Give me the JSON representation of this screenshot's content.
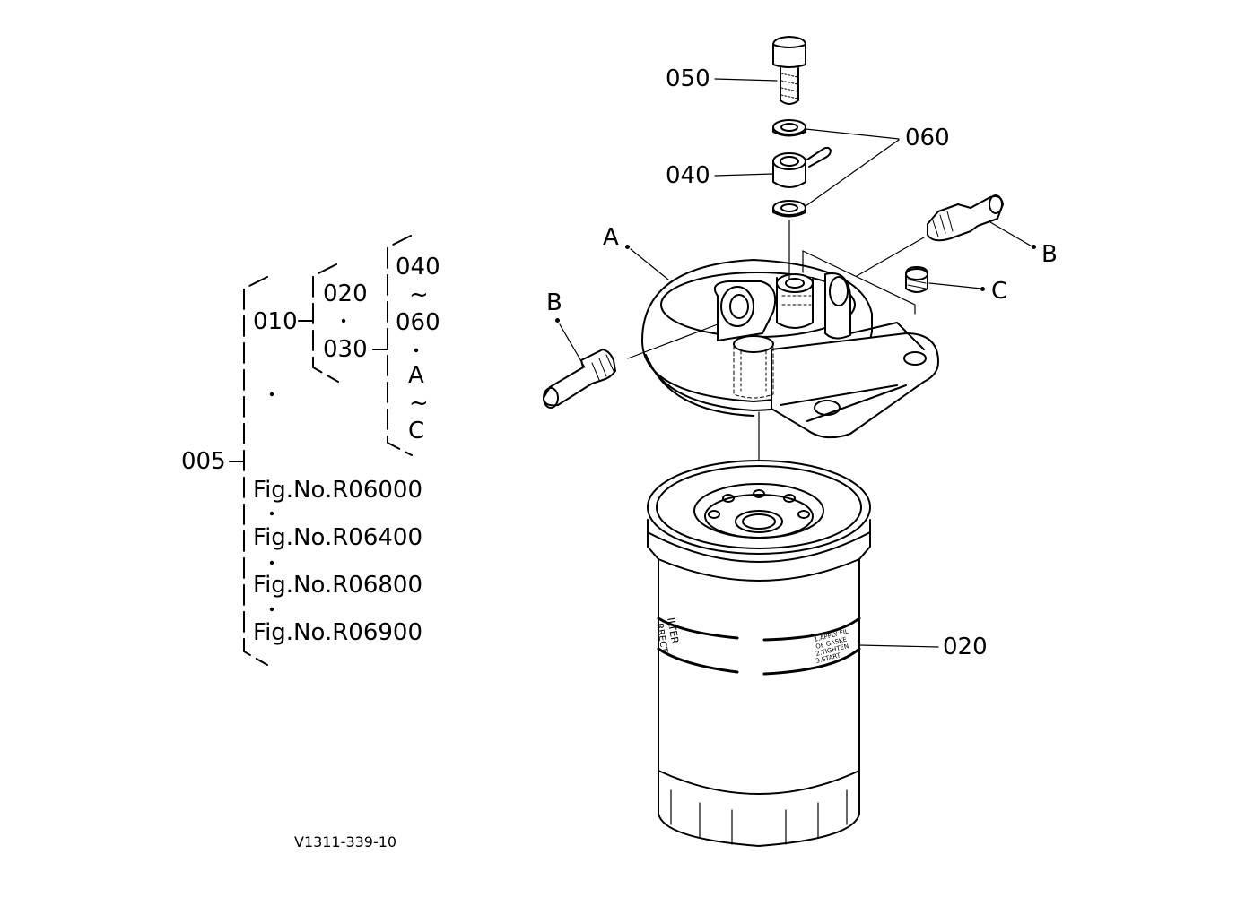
{
  "callouts": {
    "p050": "050",
    "p060": "060",
    "p040": "040",
    "p020": "020",
    "ref_a": "A",
    "ref_b_left": "B",
    "ref_b_right": "B",
    "ref_c": "C"
  },
  "tree": {
    "root": "005",
    "sub_010": "010",
    "sub_020": "020",
    "sub_030": "030",
    "r040": "040",
    "tilde1": "~",
    "r060": "060",
    "rA": "A",
    "tilde2": "~",
    "rC": "C",
    "fig_refs": [
      "Fig.No.R06000",
      "Fig.No.R06400",
      "Fig.No.R06800",
      "Fig.No.R06900"
    ]
  },
  "filter_label": {
    "band_left": "ILTER",
    "band_left2": "RRECT",
    "band_right1": "1.APPLY FIL",
    "band_right2": "OF GASKE",
    "band_right3": "2.TIGHTEN",
    "band_right4": "3.START"
  },
  "drawing_id": "V1311-339-10"
}
